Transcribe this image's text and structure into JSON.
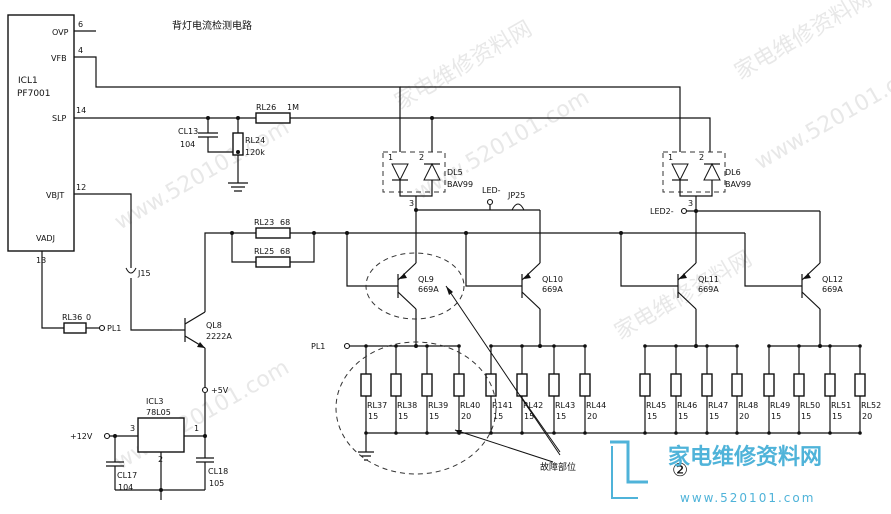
{
  "title": "背灯电流检测电路",
  "ic1": {
    "name": "ICL1",
    "part": "PF7001",
    "pins": {
      "ovp": "OVP",
      "ovp_num": "6",
      "vfb": "VFB",
      "vfb_num": "4",
      "slp": "SLP",
      "slp_num": "14",
      "vbjt": "VBJT",
      "vbjt_num": "12",
      "vadj": "VADJ",
      "vadj_num": "13"
    }
  },
  "r26": {
    "ref": "RL26",
    "value": "1M"
  },
  "c13": {
    "ref": "CL13",
    "value": "104"
  },
  "r24": {
    "ref": "RL24",
    "value": "120k"
  },
  "r23": {
    "ref": "RL23",
    "value": "68"
  },
  "r25": {
    "ref": "RL25",
    "value": "68"
  },
  "j15": "J15",
  "r36": {
    "ref": "RL36",
    "value": "0"
  },
  "pl1": "PL1",
  "q8": {
    "ref": "QL8",
    "part": "2222A"
  },
  "plus5v": "+5V",
  "ic3": {
    "ref": "ICL3",
    "part": "78L05",
    "pin_in": "3",
    "pin_gnd": "2",
    "pin_out": "1"
  },
  "plus12v": "+12V",
  "c17": {
    "ref": "CL17",
    "value": "104"
  },
  "c18": {
    "ref": "CL18",
    "value": "105"
  },
  "dl5": {
    "ref": "DL5",
    "part": "BAV99",
    "pin1": "1",
    "pin2": "2",
    "pin3": "3"
  },
  "dl6": {
    "ref": "DL6",
    "part": "BAV99",
    "pin1": "1",
    "pin2": "2",
    "pin3": "3"
  },
  "led_minus": "LED-",
  "jp25": "JP25",
  "led2": "LED2-",
  "transistors": [
    {
      "ref": "QL9",
      "part": "669A"
    },
    {
      "ref": "QL10",
      "part": "669A"
    },
    {
      "ref": "QL11",
      "part": "669A"
    },
    {
      "ref": "QL12",
      "part": "669A"
    }
  ],
  "resistors": [
    {
      "ref": "RL37",
      "value": "15"
    },
    {
      "ref": "RL38",
      "value": "15"
    },
    {
      "ref": "RL39",
      "value": "15"
    },
    {
      "ref": "RL40",
      "value": "20"
    },
    {
      "ref": "R141",
      "value": "15"
    },
    {
      "ref": "RL42",
      "value": "15"
    },
    {
      "ref": "RL43",
      "value": "15"
    },
    {
      "ref": "RL44",
      "value": "20"
    },
    {
      "ref": "RL45",
      "value": "15"
    },
    {
      "ref": "RL46",
      "value": "15"
    },
    {
      "ref": "RL47",
      "value": "15"
    },
    {
      "ref": "RL48",
      "value": "20"
    },
    {
      "ref": "RL49",
      "value": "15"
    },
    {
      "ref": "RL50",
      "value": "15"
    },
    {
      "ref": "RL51",
      "value": "15"
    },
    {
      "ref": "RL52",
      "value": "20"
    }
  ],
  "fault_label": "故障部位",
  "circle_num": "②",
  "watermark": "www.520101.com",
  "watermark_cn": "家电维修资料网",
  "logo": {
    "text": "家电维修资料网",
    "url": "www.520101.com",
    "color": "#4fb3d9"
  }
}
